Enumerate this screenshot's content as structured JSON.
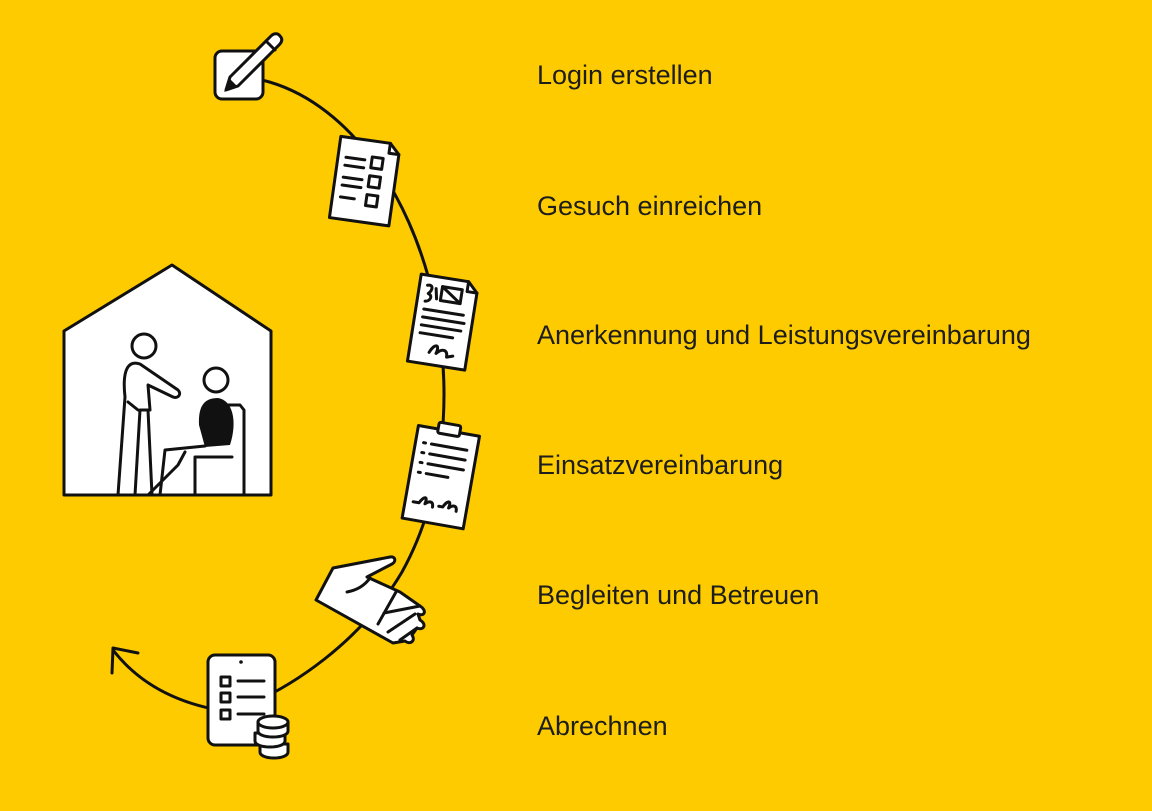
{
  "colors": {
    "background": "#FECB00",
    "ink": "#111111",
    "paper": "#FFFFFF"
  },
  "steps": [
    {
      "label": "Login erstellen",
      "icon": "pencil-square-icon"
    },
    {
      "label": "Gesuch einreichen",
      "icon": "form-document-icon"
    },
    {
      "label": "Anerkennung und Leistungsvereinbarung",
      "icon": "signed-certificate-icon"
    },
    {
      "label": "Einsatzvereinbarung",
      "icon": "clipboard-signatures-icon"
    },
    {
      "label": "Begleiten und Betreuen",
      "icon": "open-hand-icon"
    },
    {
      "label": "Abrechnen",
      "icon": "tablet-coins-icon"
    }
  ]
}
